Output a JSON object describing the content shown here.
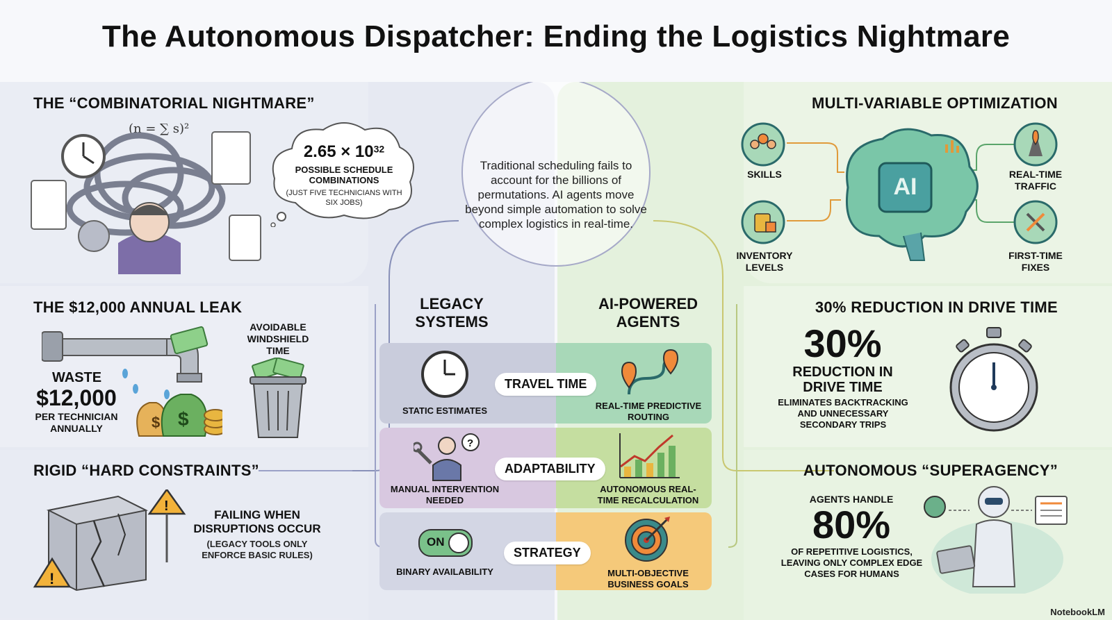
{
  "title": "The Autonomous Dispatcher: Ending the Logistics Nightmare",
  "center_text": "Traditional scheduling fails to account for the billions of permutations. AI agents move beyond simple automation to solve complex logistics in real-time.",
  "left": {
    "nightmare": {
      "title": "THE “COMBINATORIAL NIGHTMARE”",
      "formula": "(n = ∑ s)²",
      "stat_base": "2.65 × 10",
      "stat_exp": "32",
      "stat_label": "POSSIBLE SCHEDULE COMBINATIONS",
      "stat_note": "(JUST FIVE TECHNICIANS WITH SIX JOBS)"
    },
    "leak": {
      "title": "THE $12,000 ANNUAL LEAK",
      "waste_label": "WASTE",
      "waste_value": "$12,000",
      "waste_note": "PER TECHNICIAN ANNUALLY",
      "windshield": "AVOIDABLE WINDSHIELD TIME"
    },
    "constraints": {
      "title": "RIGID “HARD CONSTRAINTS”",
      "main": "FAILING WHEN DISRUPTIONS OCCUR",
      "note": "(LEGACY TOOLS ONLY ENFORCE BASIC RULES)"
    }
  },
  "compare": {
    "legacy_header": "LEGACY SYSTEMS",
    "ai_header": "AI-POWERED AGENTS",
    "rows": [
      {
        "label": "TRAVEL TIME",
        "legacy": "STATIC ESTIMATES",
        "ai": "REAL-TIME PREDICTIVE ROUTING"
      },
      {
        "label": "ADAPTABILITY",
        "legacy": "MANUAL INTERVENTION NEEDED",
        "ai": "AUTONOMOUS REAL-TIME RECALCULATION"
      },
      {
        "label": "STRATEGY",
        "legacy": "BINARY AVAILABILITY",
        "ai": "MULTI-OBJECTIVE BUSINESS GOALS"
      }
    ],
    "toggle": "ON"
  },
  "right": {
    "optimization": {
      "title": "MULTI-VARIABLE OPTIMIZATION",
      "brain": "AI",
      "skills": "SKILLS",
      "inventory": "INVENTORY LEVELS",
      "traffic": "REAL-TIME TRAFFIC",
      "fixes": "FIRST-TIME FIXES"
    },
    "drive": {
      "title": "30% REDUCTION IN DRIVE TIME",
      "big": "30%",
      "sub": "REDUCTION IN DRIVE TIME",
      "note": "ELIMINATES BACKTRACKING AND UNNECESSARY SECONDARY TRIPS"
    },
    "superagency": {
      "title": "AUTONOMOUS “SUPERAGENCY”",
      "lead": "AGENTS HANDLE",
      "big": "80%",
      "note": "OF REPETITIVE LOGISTICS, LEAVING ONLY COMPLEX EDGE CASES FOR HUMANS"
    }
  },
  "watermark": "NotebookLM",
  "colors": {
    "legacy_row1": "#c9ccdc",
    "legacy_row2": "#d8c8e0",
    "legacy_row3": "#d3d6e4",
    "ai_row1": "#a8d8b8",
    "ai_row2": "#c5dea0",
    "ai_row3": "#f5c97a"
  }
}
